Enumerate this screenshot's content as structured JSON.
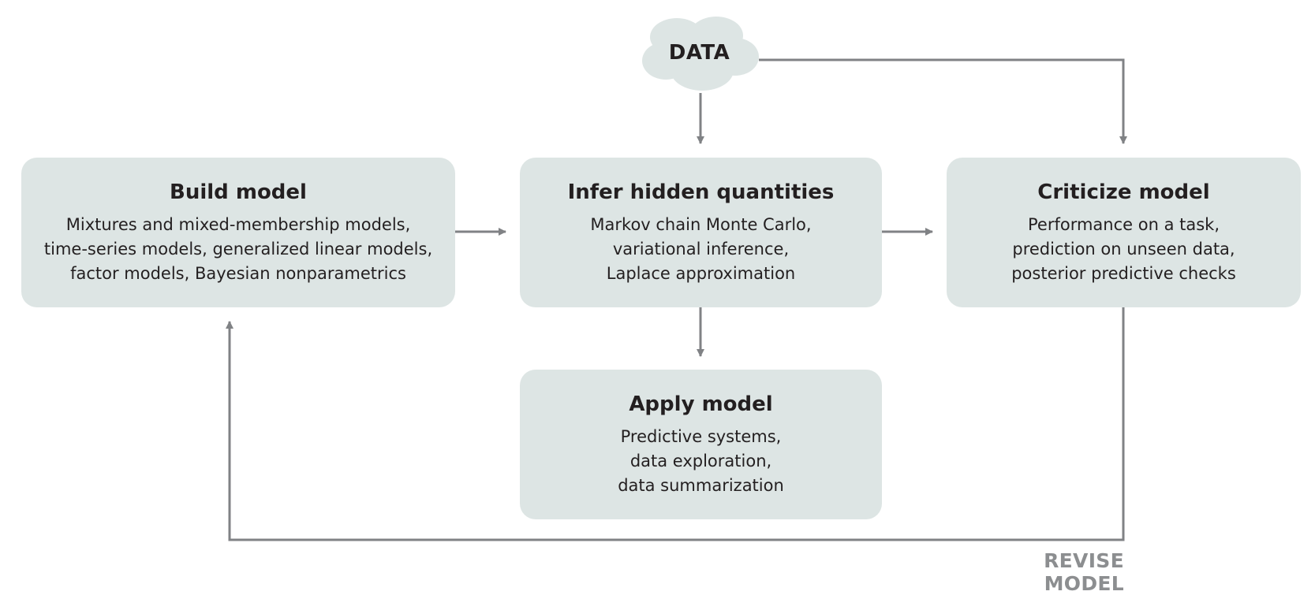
{
  "data_node": {
    "label": "DATA"
  },
  "build": {
    "title": "Build model",
    "lines": [
      "Mixtures and mixed-membership models,",
      "time-series models, generalized linear models,",
      "factor models, Bayesian nonparametrics"
    ]
  },
  "infer": {
    "title": "Infer hidden quantities",
    "lines": [
      "Markov chain Monte Carlo,",
      "variational inference,",
      "Laplace approximation"
    ]
  },
  "criticize": {
    "title": "Criticize model",
    "lines": [
      "Performance on a task,",
      "prediction on unseen data,",
      "posterior predictive checks"
    ]
  },
  "apply": {
    "title": "Apply model",
    "lines": [
      "Predictive systems,",
      "data exploration,",
      "data summarization"
    ]
  },
  "loop": {
    "label": "REVISE MODEL"
  },
  "colors": {
    "box_fill": "#dde5e4",
    "arrow": "#808285",
    "text": "#231f20",
    "revise_label": "#8c8e90"
  }
}
